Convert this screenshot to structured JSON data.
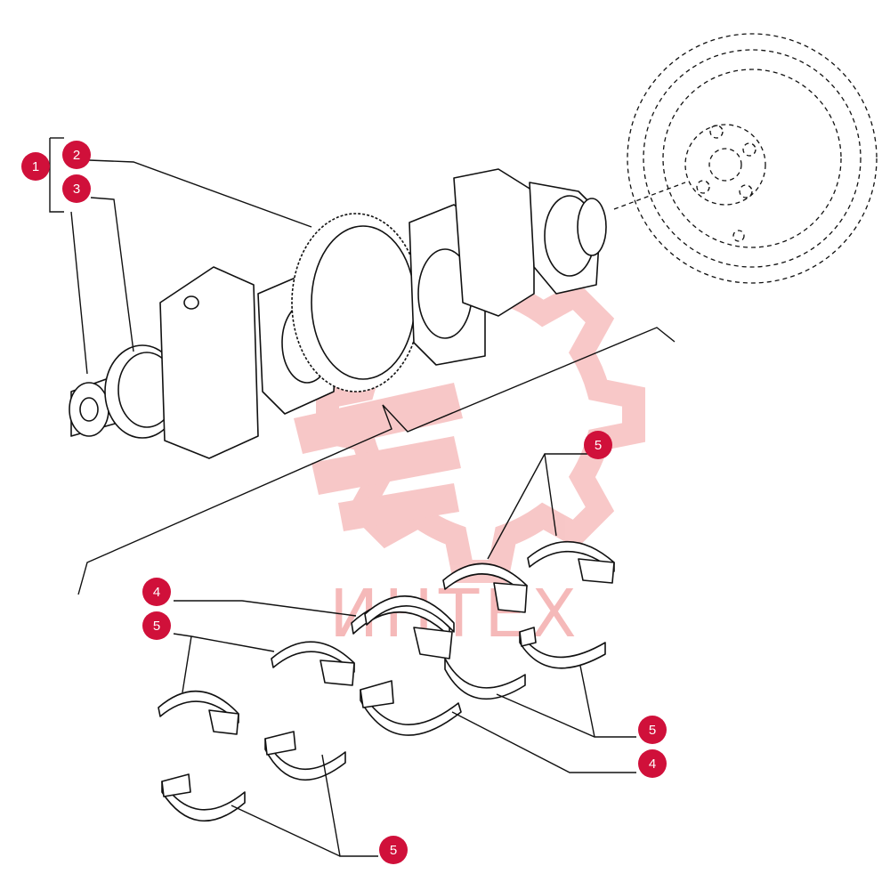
{
  "watermark": {
    "text": "ИНТЕХ",
    "color": "#f08c8c"
  },
  "callout_color": "#d0103a",
  "callouts": [
    {
      "id": "c1",
      "label": "1"
    },
    {
      "id": "c2",
      "label": "2"
    },
    {
      "id": "c3",
      "label": "3"
    },
    {
      "id": "c4a",
      "label": "4"
    },
    {
      "id": "c4b",
      "label": "4"
    },
    {
      "id": "c5a",
      "label": "5"
    },
    {
      "id": "c5b",
      "label": "5"
    },
    {
      "id": "c5c",
      "label": "5"
    },
    {
      "id": "c5d",
      "label": "5"
    }
  ],
  "icons": {
    "callout": "numbered-red-circle",
    "watermark": "gear-logo"
  }
}
